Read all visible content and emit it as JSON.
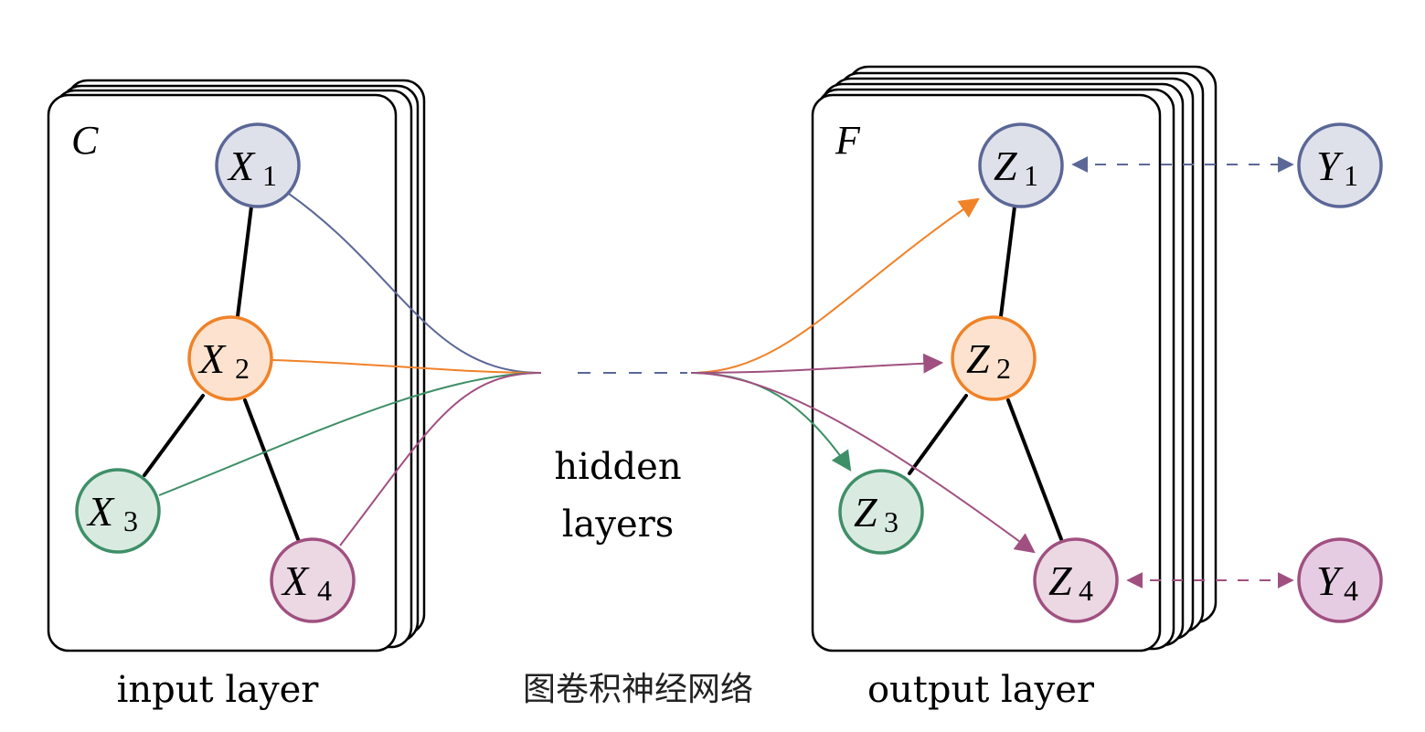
{
  "input_panel": {
    "label": "C",
    "caption": "input layer",
    "nodes": [
      {
        "id": "x1",
        "var": "X",
        "sub": "1",
        "fill": "#dfe1ea",
        "stroke": "#5b6796"
      },
      {
        "id": "x2",
        "var": "X",
        "sub": "2",
        "fill": "#fde3cf",
        "stroke": "#f08228"
      },
      {
        "id": "x3",
        "var": "X",
        "sub": "3",
        "fill": "#d9ebe1",
        "stroke": "#3f8f68"
      },
      {
        "id": "x4",
        "var": "X",
        "sub": "4",
        "fill": "#ebd8e3",
        "stroke": "#a05080"
      }
    ]
  },
  "hidden": {
    "caption_line1": "hidden",
    "caption_line2": "layers"
  },
  "output_panel": {
    "label": "F",
    "caption": "output layer",
    "nodes": [
      {
        "id": "z1",
        "var": "Z",
        "sub": "1",
        "fill": "#dfe1ea",
        "stroke": "#5b6796"
      },
      {
        "id": "z2",
        "var": "Z",
        "sub": "2",
        "fill": "#fde3cf",
        "stroke": "#f08228"
      },
      {
        "id": "z3",
        "var": "Z",
        "sub": "3",
        "fill": "#d9ebe1",
        "stroke": "#3f8f68"
      },
      {
        "id": "z4",
        "var": "Z",
        "sub": "4",
        "fill": "#ebd8e3",
        "stroke": "#a05080"
      }
    ]
  },
  "targets": [
    {
      "id": "y1",
      "var": "Y",
      "sub": "1",
      "fill": "#dfe1ea",
      "stroke": "#5b6796"
    },
    {
      "id": "y4",
      "var": "Y",
      "sub": "4",
      "fill": "#e6cce3",
      "stroke": "#a05080"
    }
  ],
  "colors": {
    "blue": "#5b6796",
    "orange": "#f08228",
    "green": "#3f8f68",
    "purple": "#a05080",
    "edge": "#000000"
  },
  "title": "图卷积神经网络"
}
